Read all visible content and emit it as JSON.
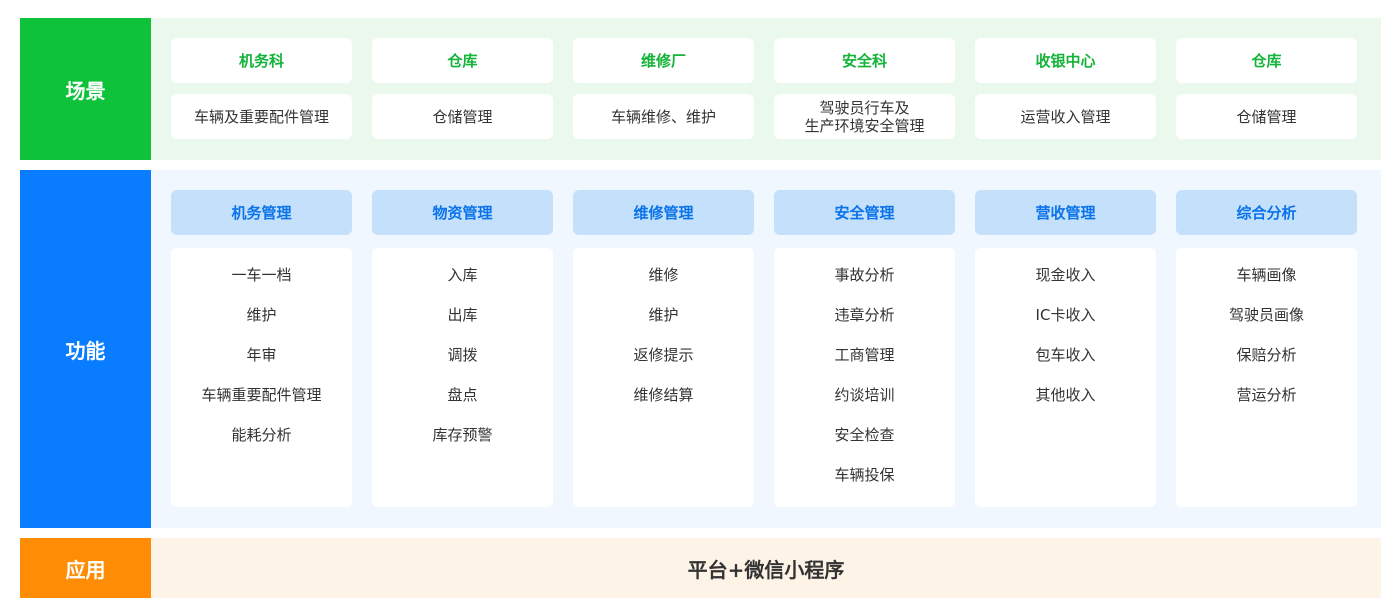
{
  "scene": {
    "label": "场景",
    "columns": [
      {
        "title": "机务科",
        "desc": "车辆及重要配件管理"
      },
      {
        "title": "仓库",
        "desc": "仓储管理"
      },
      {
        "title": "维修厂",
        "desc": "车辆维修、维护"
      },
      {
        "title": "安全科",
        "desc": "驾驶员行车及\n生产环境安全管理"
      },
      {
        "title": "收银中心",
        "desc": "运营收入管理"
      },
      {
        "title": "仓库",
        "desc": "仓储管理"
      }
    ]
  },
  "function": {
    "label": "功能",
    "columns": [
      {
        "title": "机务管理",
        "items": [
          "一车一档",
          "维护",
          "年审",
          "车辆重要配件管理",
          "能耗分析"
        ]
      },
      {
        "title": "物资管理",
        "items": [
          "入库",
          "出库",
          "调拨",
          "盘点",
          "库存预警"
        ]
      },
      {
        "title": "维修管理",
        "items": [
          "维修",
          "维护",
          "返修提示",
          "维修结算"
        ]
      },
      {
        "title": "安全管理",
        "items": [
          "事故分析",
          "违章分析",
          "工商管理",
          "约谈培训",
          "安全检查",
          "车辆投保"
        ]
      },
      {
        "title": "营收管理",
        "items": [
          "现金收入",
          "IC卡收入",
          "包车收入",
          "其他收入"
        ]
      },
      {
        "title": "综合分析",
        "items": [
          "车辆画像",
          "驾驶员画像",
          "保赔分析",
          "营运分析"
        ]
      }
    ]
  },
  "application": {
    "label": "应用",
    "text": "平台+微信小程序"
  },
  "colors": {
    "scene": "#0ec23a",
    "function": "#0a7cff",
    "application": "#ff8c05"
  }
}
